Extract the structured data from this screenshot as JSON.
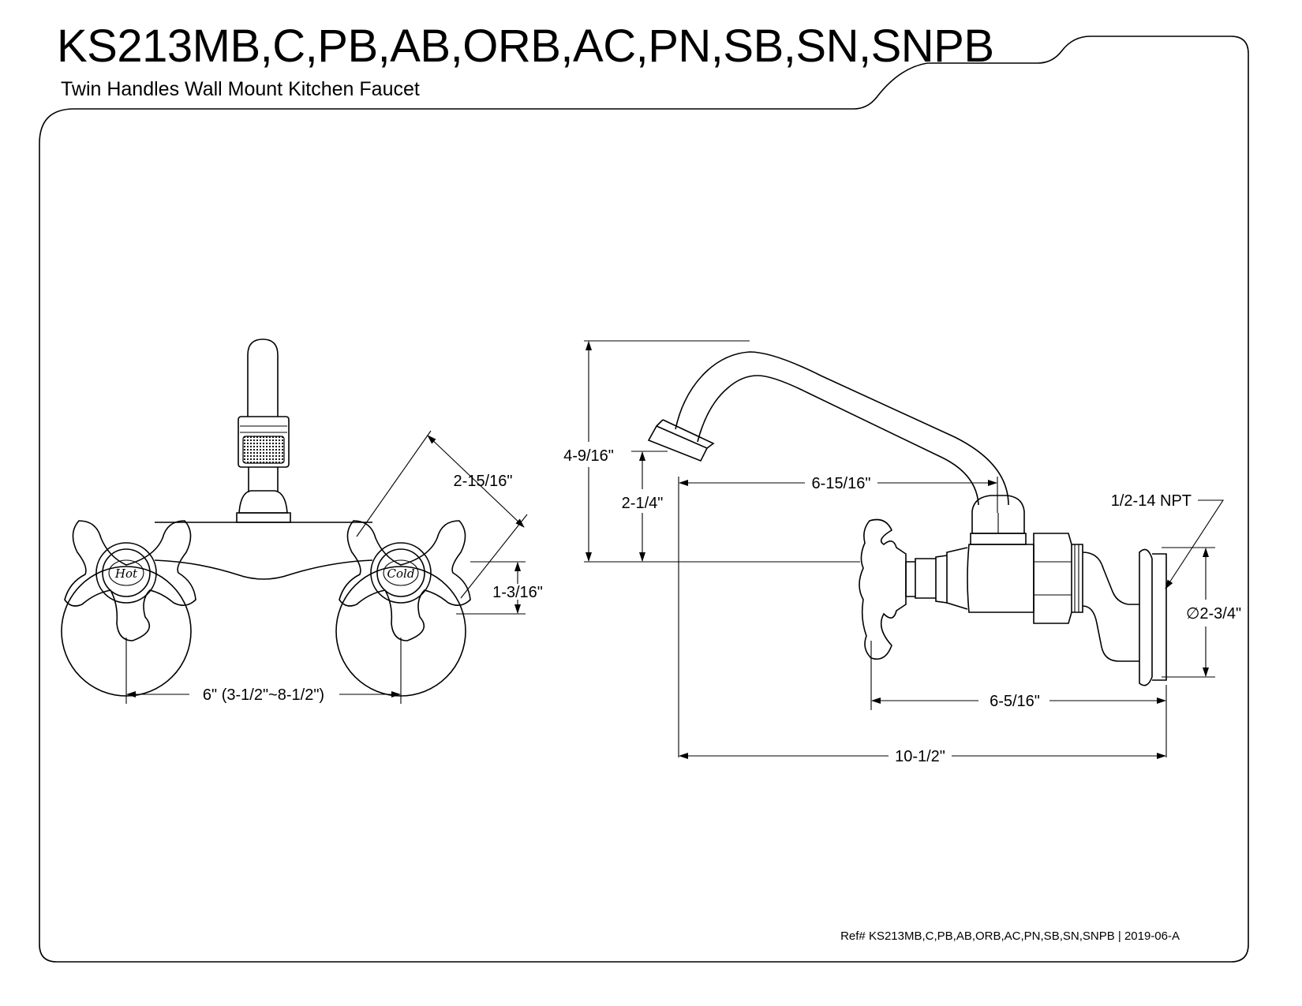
{
  "header": {
    "title": "KS213MB,C,PB,AB,ORB,AC,PN,SB,SN,SNPB",
    "subtitle": "Twin Handles Wall Mount Kitchen Faucet"
  },
  "front_view": {
    "dim_handle_reach": "2-15/16\"",
    "dim_handle_height": "1-3/16\"",
    "dim_center_spacing": "6\" (3-1/2\"~8-1/2\")",
    "hot_label": "Hot",
    "cold_label": "Cold"
  },
  "side_view": {
    "dim_spout_height": "4-9/16\"",
    "dim_outlet_height": "2-1/4\"",
    "dim_spout_reach": "6-15/16\"",
    "dim_body_depth": "6-5/16\"",
    "dim_overall_reach": "10-1/2\"",
    "dim_flange_diameter": "∅2-3/4\"",
    "thread_spec": "1/2-14 NPT"
  },
  "footer": {
    "ref": "Ref# KS213MB,C,PB,AB,ORB,AC,PN,SB,SN,SNPB | 2019-06-A"
  }
}
